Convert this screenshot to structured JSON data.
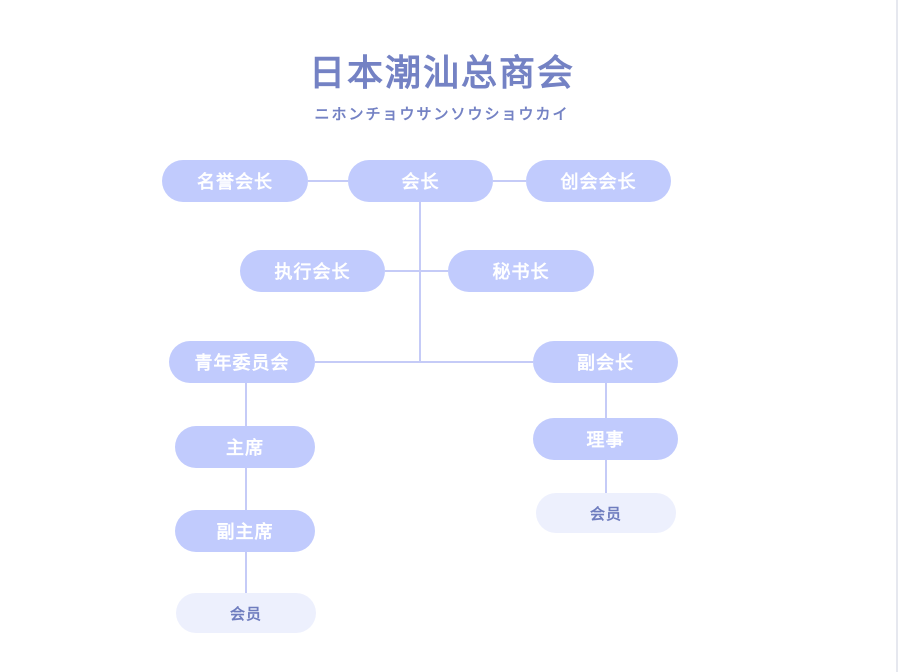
{
  "header": {
    "title": "日本潮汕总商会",
    "subtitle": "ニホンチョウサンソウショウカイ"
  },
  "nodes": {
    "honorary_president": "名誉会长",
    "president": "会长",
    "founding_president": "创会会长",
    "executive_president": "执行会长",
    "secretary_general": "秘书长",
    "youth_committee": "青年委员会",
    "vice_president": "副会长",
    "chairman": "主席",
    "director": "理事",
    "vice_chairman": "副主席",
    "member_right": "会员",
    "member_left": "会员"
  },
  "colors": {
    "title": "#7482c4",
    "node_fill": "#c1cbfd",
    "node_text": "#ffffff",
    "leaf_fill": "#edf0fd",
    "leaf_text": "#6f7dbf",
    "connector": "#c5cbf7"
  }
}
